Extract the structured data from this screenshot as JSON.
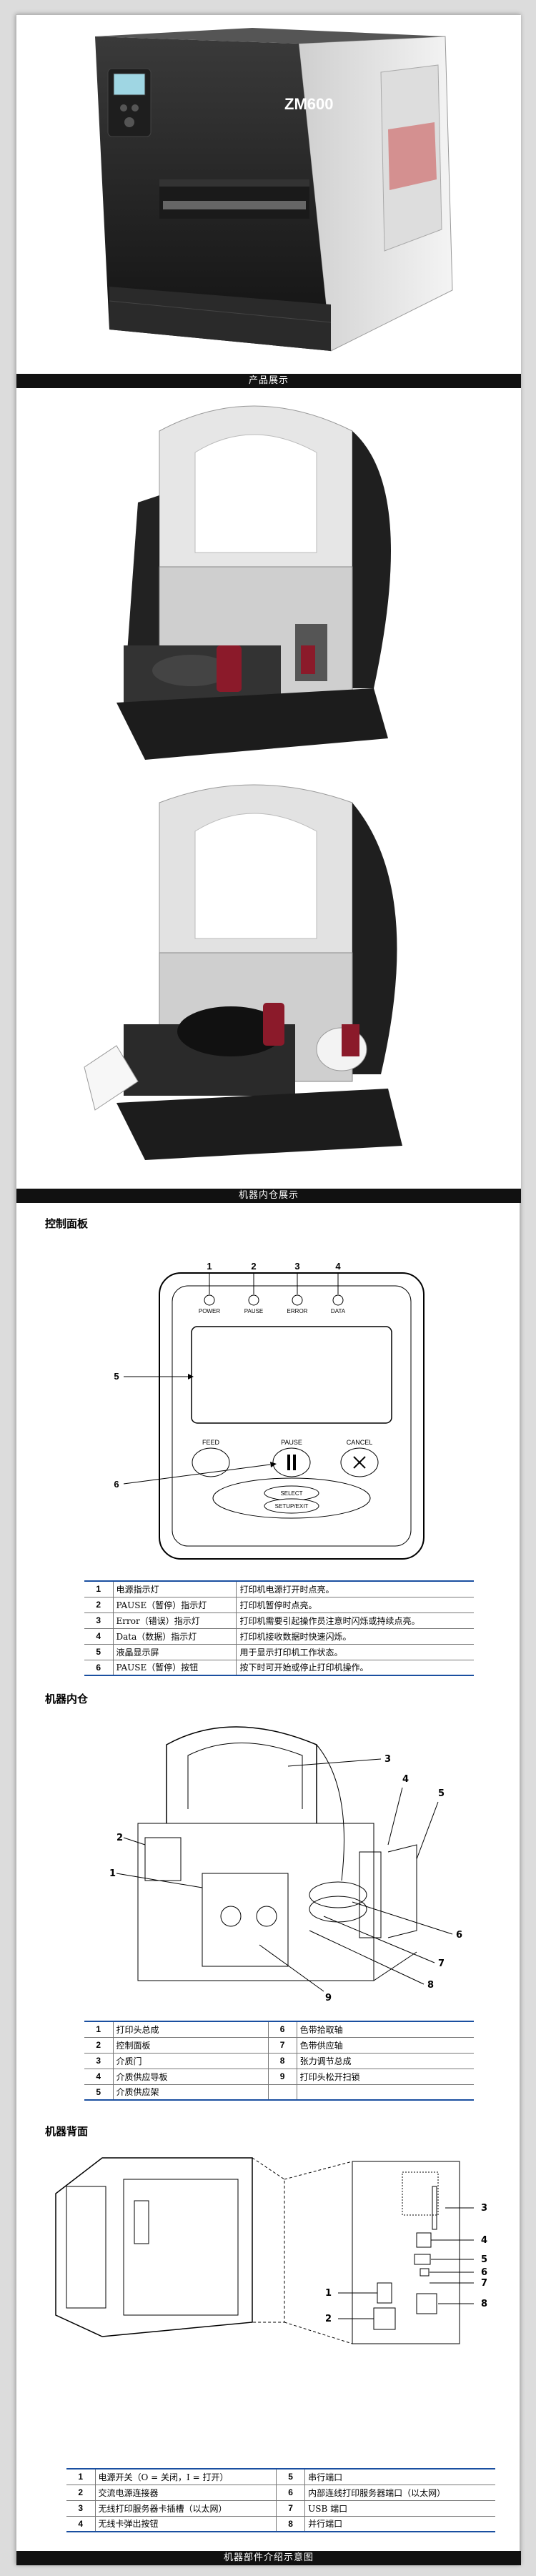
{
  "captions": {
    "product": "产品展示",
    "inside": "机器内仓展示",
    "parts": "机器部件介绍示意图"
  },
  "control_panel": {
    "title": "控制面板",
    "leds": [
      "POWER",
      "PAUSE",
      "ERROR",
      "DATA"
    ],
    "buttons": {
      "feed": "FEED",
      "pause": "PAUSE",
      "cancel": "CANCEL",
      "select": "SELECT",
      "setup": "SETUP/EXIT"
    },
    "rows": [
      {
        "n": "1",
        "name": "电源指示灯",
        "desc": "打印机电源打开时点亮。"
      },
      {
        "n": "2",
        "name": "PAUSE（暂停）指示灯",
        "desc": "打印机暂停时点亮。"
      },
      {
        "n": "3",
        "name": "Error（错误）指示灯",
        "desc": "打印机需要引起操作员注意时闪烁或持续点亮。"
      },
      {
        "n": "4",
        "name": "Data（数据）指示灯",
        "desc": "打印机接收数据时快速闪烁。"
      },
      {
        "n": "5",
        "name": "液晶显示屏",
        "desc": "用于显示打印机工作状态。"
      },
      {
        "n": "6",
        "name": "PAUSE（暂停）按钮",
        "desc": "按下时可开始或停止打印机操作。"
      }
    ]
  },
  "inner": {
    "title": "机器内仓",
    "rows": [
      {
        "n1": "1",
        "a": "打印头总成",
        "n2": "6",
        "b": "色带拾取轴"
      },
      {
        "n1": "2",
        "a": "控制面板",
        "n2": "7",
        "b": "色带供应轴"
      },
      {
        "n1": "3",
        "a": "介质门",
        "n2": "8",
        "b": "张力调节总成"
      },
      {
        "n1": "4",
        "a": "介质供应导板",
        "n2": "9",
        "b": "打印头松开扫锁"
      },
      {
        "n1": "5",
        "a": "介质供应架",
        "n2": "",
        "b": ""
      }
    ]
  },
  "back": {
    "title": "机器背面",
    "rows": [
      {
        "n1": "1",
        "a": "电源开关（O = 关闭，I = 打开）",
        "n2": "5",
        "b": "串行端口"
      },
      {
        "n1": "2",
        "a": "交流电源连接器",
        "n2": "6",
        "b": "内部连线打印服务器端口（以太网）"
      },
      {
        "n1": "3",
        "a": "无线打印服务器卡插槽（以太网）",
        "n2": "7",
        "b": "USB 端口"
      },
      {
        "n1": "4",
        "a": "无线卡弹出按钮",
        "n2": "8",
        "b": "并行端口"
      }
    ]
  },
  "brand": "ZM600"
}
